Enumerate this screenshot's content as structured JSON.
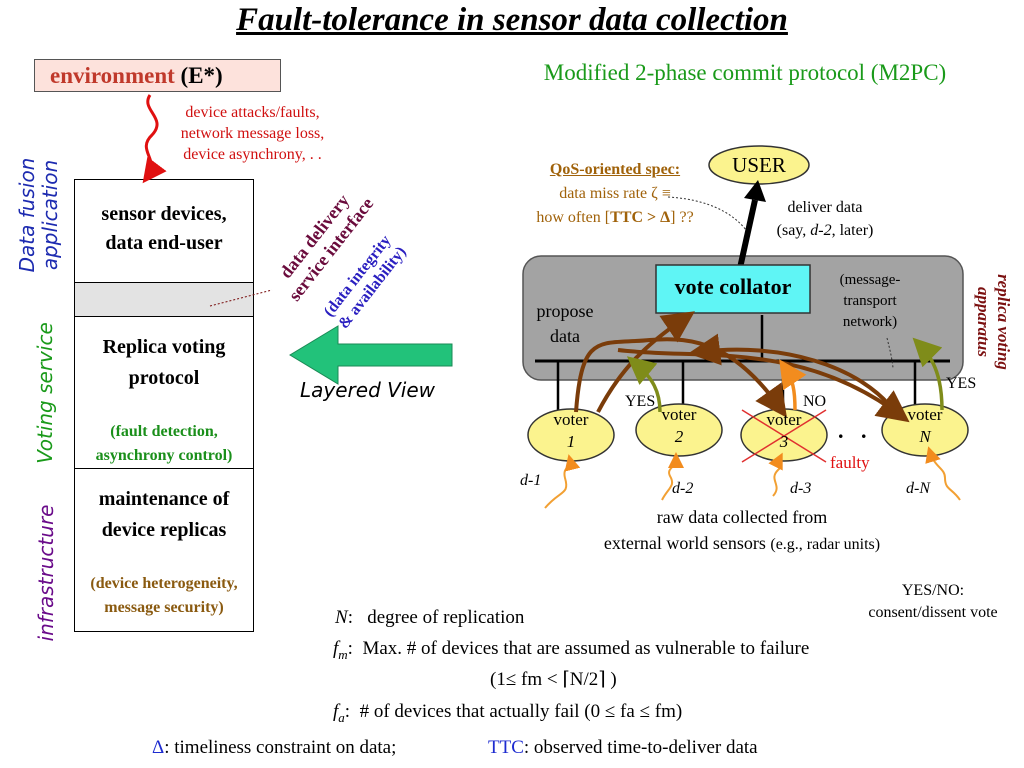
{
  "title": "Fault-tolerance in sensor data collection",
  "environment": {
    "label": "environment",
    "symbol": "(E*)"
  },
  "attacks": [
    "device attacks/faults,",
    "network message loss,",
    "device asynchrony, . ."
  ],
  "layers": {
    "top": [
      "sensor devices,",
      "data end-user"
    ],
    "voting": [
      "Replica voting",
      "protocol"
    ],
    "voting_sub": [
      "(fault detection,",
      "asynchrony control)"
    ],
    "infra": [
      "maintenance of",
      "device replicas"
    ],
    "infra_sub": [
      "(device heterogeneity,",
      "message security)"
    ]
  },
  "side_labels": {
    "data_fusion": [
      "Data fusion",
      "application"
    ],
    "voting": "Voting service",
    "infra": "infrastructure"
  },
  "interface": {
    "line1": "data delivery",
    "line2": "service interface",
    "line3": "(data integrity",
    "line4": "& availability)"
  },
  "layered_view": "Layered View",
  "m2pc": "Modified 2-phase commit protocol (M2PC)",
  "qos": {
    "heading": "QoS-oriented spec:",
    "line1": "data miss rate ζ ≡",
    "line2_pre": "how often [",
    "line2_bold": "TTC > Δ",
    "line2_post": "] ??"
  },
  "user": "USER",
  "deliver": {
    "line1": "deliver data",
    "line2_pre": "(say, ",
    "line2_it": "d-2",
    "line2_post": ", later)"
  },
  "vote_collator": "vote collator",
  "network": [
    "(message-",
    "transport",
    "network)"
  ],
  "propose": [
    "propose",
    "data"
  ],
  "replica_apparatus": [
    "replica voting",
    "apparatus"
  ],
  "yes": "YES",
  "no": "NO",
  "faulty": "faulty",
  "ellipsis": ". .",
  "voters": [
    {
      "label": "voter",
      "num": "1",
      "data": "d-1"
    },
    {
      "label": "voter",
      "num": "2",
      "data": "d-2"
    },
    {
      "label": "voter",
      "num": "3",
      "data": "d-3"
    },
    {
      "label": "voter",
      "num": "N",
      "data": "d-N"
    }
  ],
  "raw_data": {
    "line1": "raw data collected from",
    "line2": "external world sensors",
    "line2_small": "(e.g., radar units)"
  },
  "yesno_note": [
    "YES/NO:",
    "consent/dissent vote"
  ],
  "legend": {
    "n_sym": "N",
    "n_text": "degree of replication",
    "fm_sym": "f",
    "fm_sub": "m",
    "fm_text": "Max. # of devices that are assumed as vulnerable to failure",
    "fm_range": "(1≤  fm < ⌈N/2⌉ )",
    "fa_sym": "f",
    "fa_sub": "a",
    "fa_text": "# of devices that actually fail  (0 ≤ fa ≤  fm)",
    "delta_sym": "Δ",
    "delta_text": ": timeliness constraint on data;",
    "ttc_sym": "TTC",
    "ttc_text": ": observed time-to-deliver data"
  },
  "colors": {
    "collator": "#5ff5f5",
    "voter": "#fbf38e",
    "apparatus": "#a3a3a3",
    "arrow_brown": "#7a3c0a",
    "arrow_orange": "#f28c1e",
    "arrow_olive": "#7f8c1a",
    "green_arrow": "#22c27a"
  }
}
